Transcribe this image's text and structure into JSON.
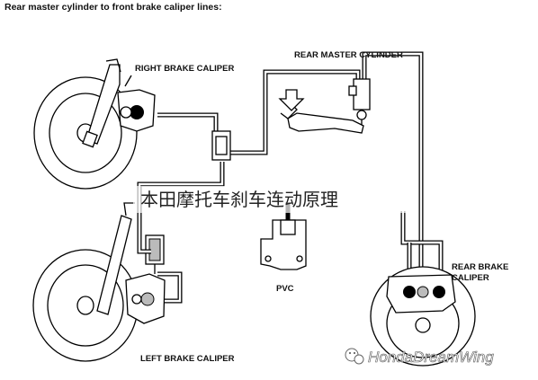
{
  "diagram": {
    "title": "Rear master cylinder to front brake caliper lines:",
    "labels": {
      "right_caliper": "RIGHT BRAKE CALIPER",
      "rear_master": "REAR MASTER CYLINDER",
      "pvc": "PVC",
      "rear_caliper_line1": "REAR BRAKE",
      "rear_caliper_line2": "CALIPER",
      "left_caliper": "LEFT BRAKE CALIPER"
    },
    "overlay_caption": "本田摩托车刹车连动原理",
    "watermark": "HondaDreamWing"
  }
}
